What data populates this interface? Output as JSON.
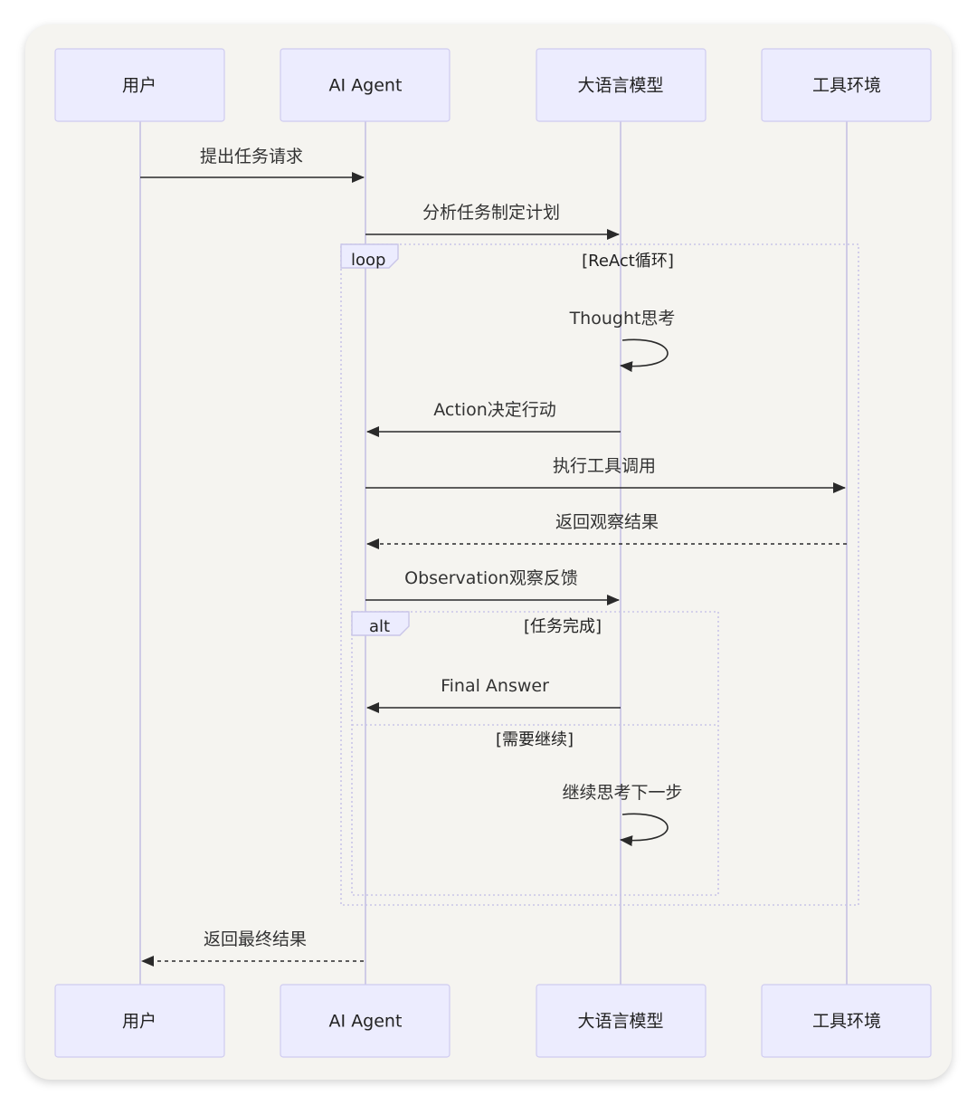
{
  "participants": [
    {
      "id": "user",
      "label": "用户"
    },
    {
      "id": "agent",
      "label": "AI Agent"
    },
    {
      "id": "llm",
      "label": "大语言模型"
    },
    {
      "id": "tools",
      "label": "工具环境"
    }
  ],
  "messages": {
    "submit_task": {
      "text": "提出任务请求",
      "from": "user",
      "to": "agent",
      "style": "solid"
    },
    "plan": {
      "text": "分析任务制定计划",
      "from": "agent",
      "to": "llm",
      "style": "solid"
    },
    "thought": {
      "text": "Thought思考",
      "from": "llm",
      "to": "llm",
      "style": "self"
    },
    "action": {
      "text": "Action决定行动",
      "from": "llm",
      "to": "agent",
      "style": "solid"
    },
    "execute": {
      "text": "执行工具调用",
      "from": "agent",
      "to": "tools",
      "style": "solid"
    },
    "observe_result": {
      "text": "返回观察结果",
      "from": "tools",
      "to": "agent",
      "style": "dashed"
    },
    "observation": {
      "text": "Observation观察反馈",
      "from": "agent",
      "to": "llm",
      "style": "solid"
    },
    "final_answer": {
      "text": "Final Answer",
      "from": "llm",
      "to": "agent",
      "style": "solid"
    },
    "continue_thinking": {
      "text": "继续思考下一步",
      "from": "llm",
      "to": "llm",
      "style": "self"
    },
    "final_result": {
      "text": "返回最终结果",
      "from": "agent",
      "to": "user",
      "style": "dashed"
    }
  },
  "frames": {
    "loop": {
      "keyword": "loop",
      "condition": "[ReAct循环]"
    },
    "alt": {
      "keyword": "alt",
      "condition": "[任务完成]",
      "else_condition": "[需要继续]"
    }
  },
  "colors": {
    "actor_fill": "#ececfe",
    "actor_border": "#cfcbf0",
    "lifeline": "#cfcbe6",
    "arrow": "#2a2a2a",
    "background": "#f5f4f0"
  }
}
